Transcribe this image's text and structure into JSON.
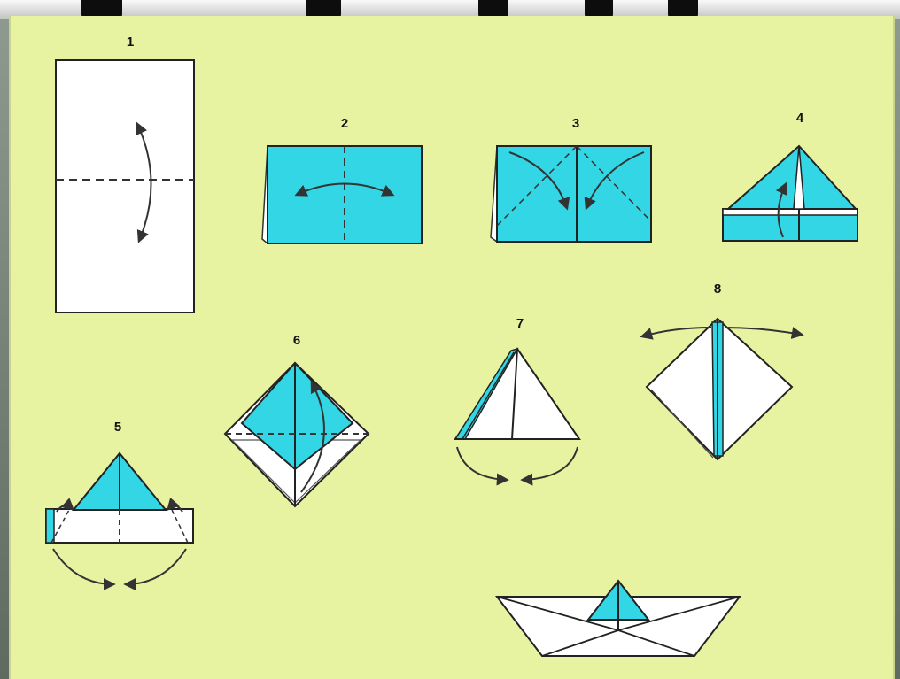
{
  "colors": {
    "background": "#e7f3a1",
    "paper": "#ffffff",
    "paper_colored": "#33d6e4",
    "outline": "#222222",
    "arrow": "#333333"
  },
  "steps": [
    {
      "number": "1"
    },
    {
      "number": "2"
    },
    {
      "number": "3"
    },
    {
      "number": "4"
    },
    {
      "number": "5"
    },
    {
      "number": "6"
    },
    {
      "number": "7"
    },
    {
      "number": "8"
    }
  ]
}
